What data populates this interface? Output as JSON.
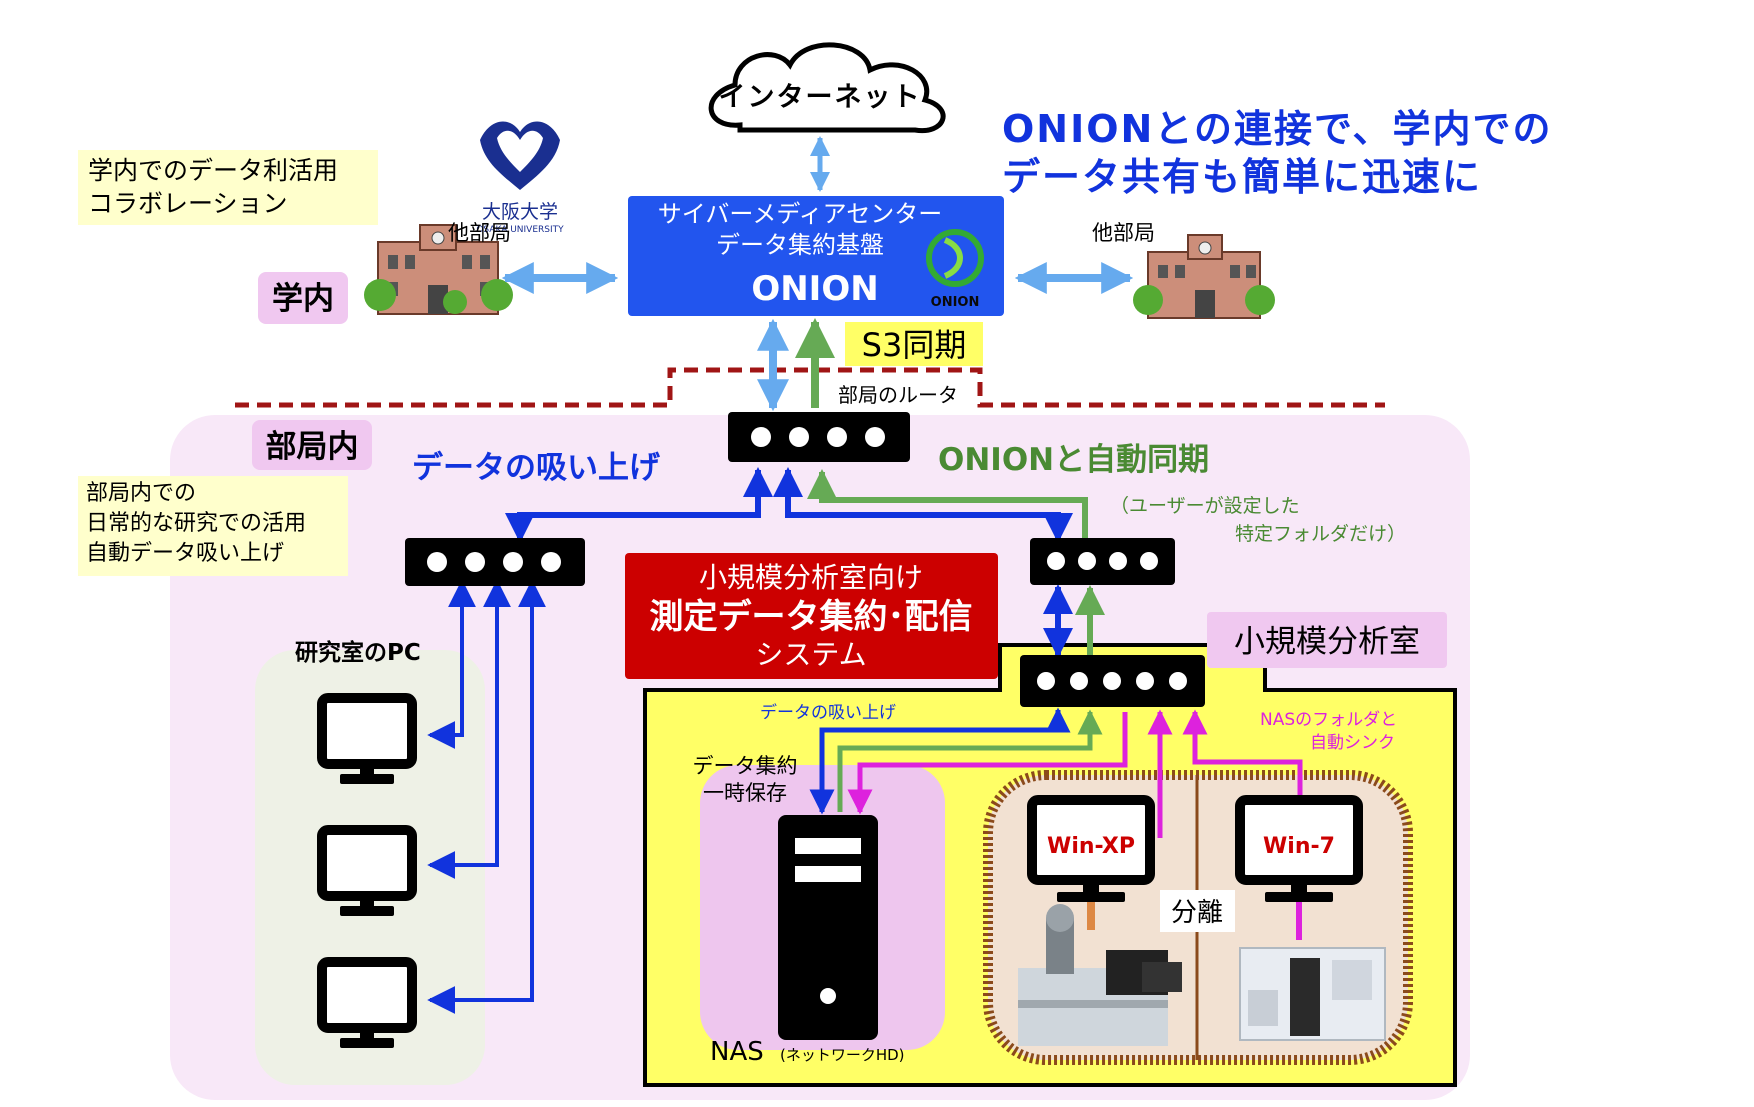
{
  "internet": {
    "label": "インターネット"
  },
  "headline": {
    "line1": "ONIONとの連接で、学内での",
    "line2": "データ共有も簡単に迅速に"
  },
  "campus_note": {
    "line1": "学内でのデータ利活用",
    "line2": "コラボレーション"
  },
  "university": {
    "name_ja": "大阪大学",
    "name_en": "OSAKA UNIVERSITY"
  },
  "other_dept_left": {
    "label": "他部局"
  },
  "other_dept_right": {
    "label": "他部局"
  },
  "campus_label": "学内",
  "onion_box": {
    "line1": "サイバーメディアセンター",
    "line2": "データ集約基盤",
    "name": "ONION",
    "logo_text": "ONION"
  },
  "s3_sync": "S3同期",
  "router_label": "部局のルータ",
  "dept_label": "部局内",
  "dept_note": {
    "line1": "部局内での",
    "line2": "日常的な研究での活用",
    "line3": "自動データ吸い上げ"
  },
  "data_pull_label": "データの吸い上げ",
  "onion_sync_label": "ONIONと自動同期",
  "user_folder_note": {
    "line1": "（ユーザーが設定した",
    "line2": "特定フォルダだけ）"
  },
  "system_box": {
    "line1": "小規模分析室向け",
    "line2": "測定データ集約･配信",
    "line3": "システム"
  },
  "small_lab_label": "小規模分析室",
  "lab_pc_label": "研究室のPC",
  "data_pull_small": "データの吸い上げ",
  "nas_sync_note": {
    "line1": "NASのフォルダと",
    "line2": "自動シンク"
  },
  "nas_caption": {
    "line1": "データ集約",
    "line2": "一時保存"
  },
  "nas_label": {
    "main": "NAS",
    "sub": "(ネットワークHD)"
  },
  "pc_winxp": "Win-XP",
  "pc_win7": "Win-7",
  "separation_label": "分離",
  "colors": {
    "blue": "#1133dd",
    "green": "#66aa55",
    "magenta": "#dd22dd",
    "light_blue": "#66aaee",
    "onion_blue": "#2255ee",
    "red": "#cc0000",
    "yellow": "#ffff66",
    "pink_bg": "#f8e8f8"
  }
}
